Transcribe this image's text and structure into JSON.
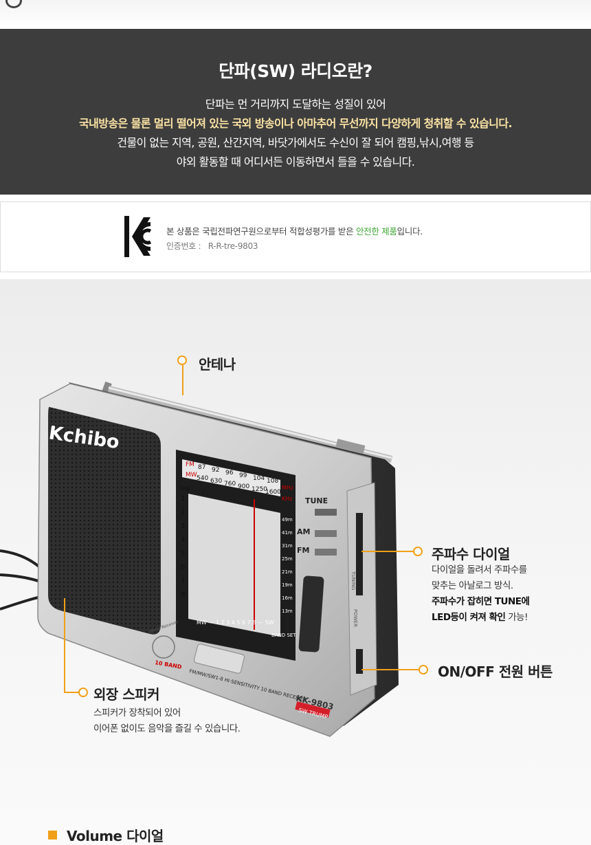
{
  "intro": {
    "title": "단파(SW) 라디오란?",
    "line1": "단파는 먼 거리까지 도달하는 성질이 있어",
    "line2": "국내방송은 물론 멀리 떨어져 있는 국외 방송이나 아마추어 무선까지 다양하게 청취할 수 있습니다.",
    "line3": "건물이 없는 지역, 공원, 산간지역, 바닷가에서도 수신이 잘 되어 캠핑,낚시,여행 등",
    "line4": "야외 활동할 때 어디서든 이동하면서 들을 수 있습니다."
  },
  "cert": {
    "text_before": "본 상품은 국립전파연구원으로부터 적합성평가를 받은",
    "safe_label": "안전한 제품",
    "text_after": "입니다.",
    "number_label": "인증번호 :",
    "number": "R-R-tre-9803"
  },
  "radio": {
    "brand": "Kchibo",
    "fm_label": "FM",
    "fm_values": [
      "87",
      "92",
      "96",
      "99",
      "104",
      "108"
    ],
    "fm_unit": "MHz",
    "mw_label": "MW",
    "mw_values": [
      "540",
      "630",
      "760",
      "900",
      "1250",
      "1600"
    ],
    "mw_unit": "KHz",
    "sw_label": "SW",
    "sw_bands": [
      "1",
      "2",
      "3",
      "4",
      "5",
      "6",
      "7",
      "8"
    ],
    "meter_bands": [
      "49m",
      "41m",
      "31m",
      "25m",
      "21m",
      "19m",
      "16m",
      "13m"
    ],
    "tune_label": "TUNE",
    "am_label": "AM",
    "fm_switch_label": "FM",
    "power_label": "POWER",
    "tuning_label": "TUNING",
    "band_set": "BAND SET.",
    "scale": "MW — 1 2 3 4 5 6 7 8 — SW",
    "bottom_text": "FM/MW/SW1-8 HI-SENSITIVITY 10 BAND RECEIVER",
    "model": "KK-9803",
    "badge": "SW TRUMP",
    "band_count": "10 BAND",
    "world_receiver": "World Receiver"
  },
  "callouts": {
    "antenna": {
      "title": "안테나"
    },
    "dial": {
      "title": "주파수 다이얼",
      "desc1": "다이얼을 돌려서 주파수를",
      "desc2": "맞추는 아날로그 방식.",
      "desc3_bold": "주파수가 잡히면 TUNE에",
      "desc4_bold": "LED등이 켜져 확인",
      "desc4_tail": " 가능!"
    },
    "power": {
      "title": "ON/OFF 전원 버튼"
    },
    "speaker": {
      "title": "외장 스피커",
      "desc1": "스피커가 장착되어 있어",
      "desc2": "이어폰 없이도 음악을 즐길 수 있습니다."
    }
  },
  "next_section": {
    "title": "Volume 다이얼"
  },
  "colors": {
    "accent": "#f0a018",
    "dark_band": "#3d3d3d",
    "highlight": "#fbe3a4",
    "safe": "#3fa535"
  }
}
